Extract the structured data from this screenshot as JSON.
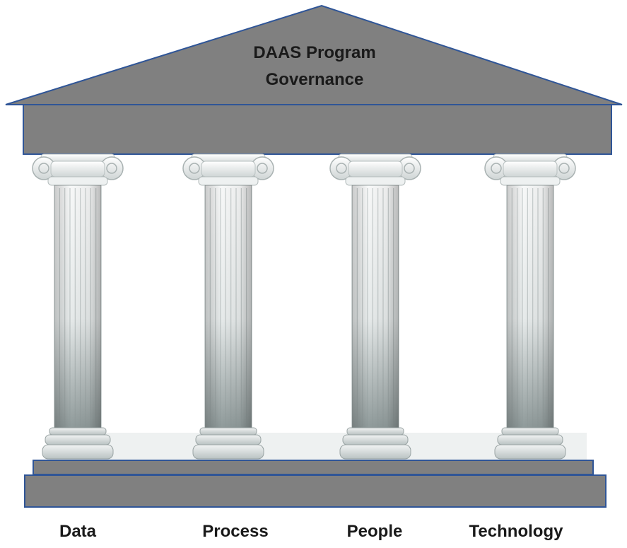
{
  "roof": {
    "title_line1": "DAAS Program",
    "title_line2": "Governance"
  },
  "pillars": [
    {
      "label": "Data"
    },
    {
      "label": "Process"
    },
    {
      "label": "People"
    },
    {
      "label": "Technology"
    }
  ],
  "colors": {
    "structure_fill": "#808080",
    "outline": "#2f5597",
    "column_light": "#f4f6f6",
    "column_dark": "#8c9696"
  }
}
